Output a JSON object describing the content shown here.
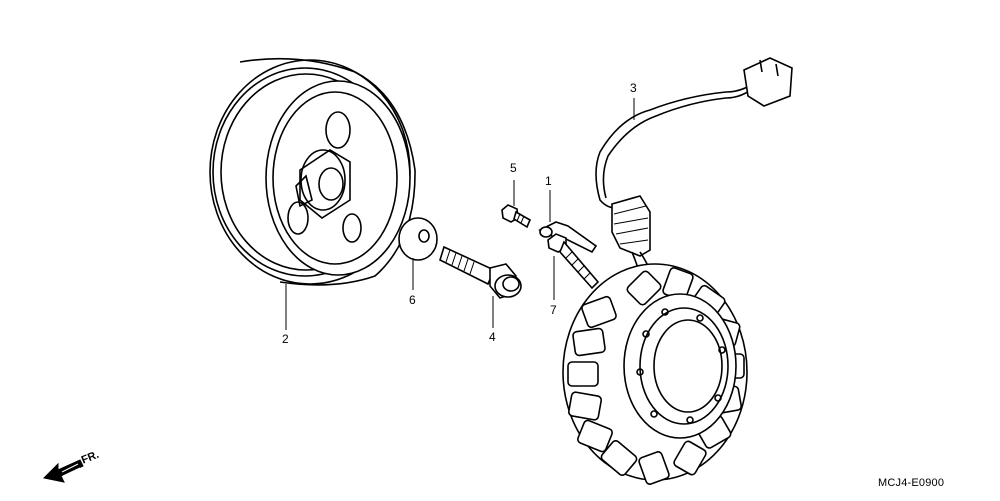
{
  "callouts": [
    {
      "id": "1",
      "label": "1"
    },
    {
      "id": "2",
      "label": "2"
    },
    {
      "id": "3",
      "label": "3"
    },
    {
      "id": "4",
      "label": "4"
    },
    {
      "id": "5",
      "label": "5"
    },
    {
      "id": "6",
      "label": "6"
    },
    {
      "id": "7",
      "label": "7"
    }
  ],
  "direction_label": "FR.",
  "diagram_code": "MCJ4-E0900"
}
